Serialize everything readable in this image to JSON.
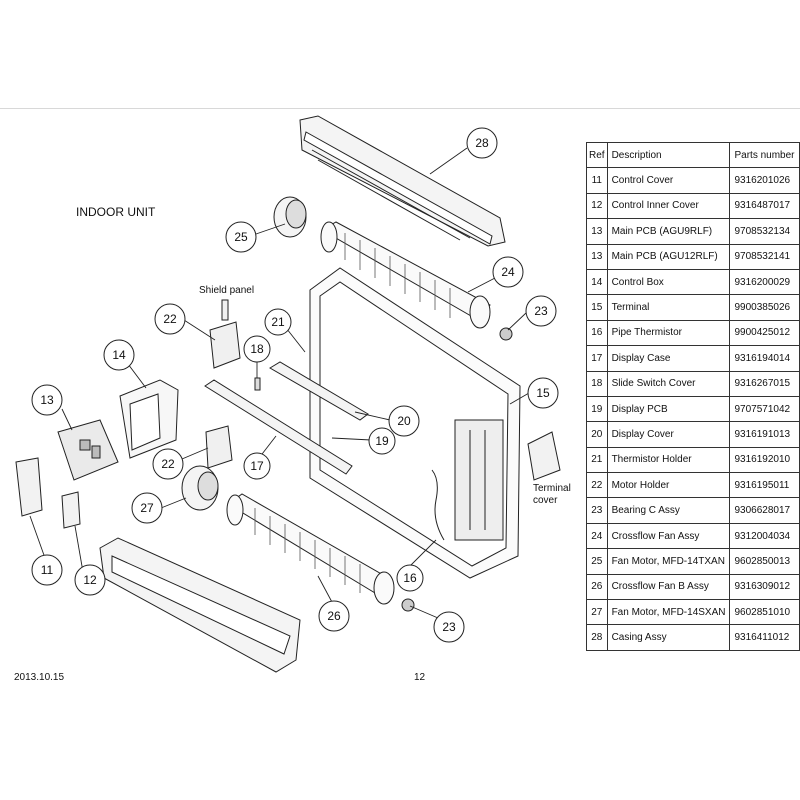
{
  "diagram": {
    "title": "INDOOR UNIT",
    "labels": {
      "shield_panel": "Shield panel",
      "terminal_cover_line1": "Terminal",
      "terminal_cover_line2": "cover"
    },
    "callouts": [
      "28",
      "25",
      "24",
      "23",
      "22",
      "21",
      "18",
      "14",
      "15",
      "13",
      "20",
      "19",
      "22",
      "17",
      "27",
      "11",
      "12",
      "26",
      "16",
      "23"
    ]
  },
  "table": {
    "headers": {
      "ref": "Ref",
      "description": "Description",
      "parts_number": "Parts number"
    },
    "rows": [
      {
        "ref": "11",
        "description": "Control Cover",
        "parts_number": "9316201026"
      },
      {
        "ref": "12",
        "description": "Control Inner Cover",
        "parts_number": "9316487017"
      },
      {
        "ref": "13",
        "description": "Main PCB (AGU9RLF)",
        "parts_number": "9708532134"
      },
      {
        "ref": "13",
        "description": "Main PCB (AGU12RLF)",
        "parts_number": "9708532141"
      },
      {
        "ref": "14",
        "description": "Control Box",
        "parts_number": "9316200029"
      },
      {
        "ref": "15",
        "description": "Terminal",
        "parts_number": "9900385026"
      },
      {
        "ref": "16",
        "description": "Pipe Thermistor",
        "parts_number": "9900425012"
      },
      {
        "ref": "17",
        "description": "Display Case",
        "parts_number": "9316194014"
      },
      {
        "ref": "18",
        "description": "Slide Switch Cover",
        "parts_number": "9316267015"
      },
      {
        "ref": "19",
        "description": "Display PCB",
        "parts_number": "9707571042"
      },
      {
        "ref": "20",
        "description": "Display Cover",
        "parts_number": "9316191013"
      },
      {
        "ref": "21",
        "description": "Thermistor Holder",
        "parts_number": "9316192010"
      },
      {
        "ref": "22",
        "description": "Motor Holder",
        "parts_number": "9316195011"
      },
      {
        "ref": "23",
        "description": "Bearing C Assy",
        "parts_number": "9306628017"
      },
      {
        "ref": "24",
        "description": "Crossflow Fan Assy",
        "parts_number": "9312004034"
      },
      {
        "ref": "25",
        "description": "Fan Motor, MFD-14TXAN",
        "parts_number": "9602850013"
      },
      {
        "ref": "26",
        "description": "Crossflow Fan B Assy",
        "parts_number": "9316309012"
      },
      {
        "ref": "27",
        "description": "Fan Motor, MFD-14SXAN",
        "parts_number": "9602851010"
      },
      {
        "ref": "28",
        "description": "Casing Assy",
        "parts_number": "9316411012"
      }
    ]
  },
  "footer": {
    "date": "2013.10.15",
    "page": "12"
  }
}
